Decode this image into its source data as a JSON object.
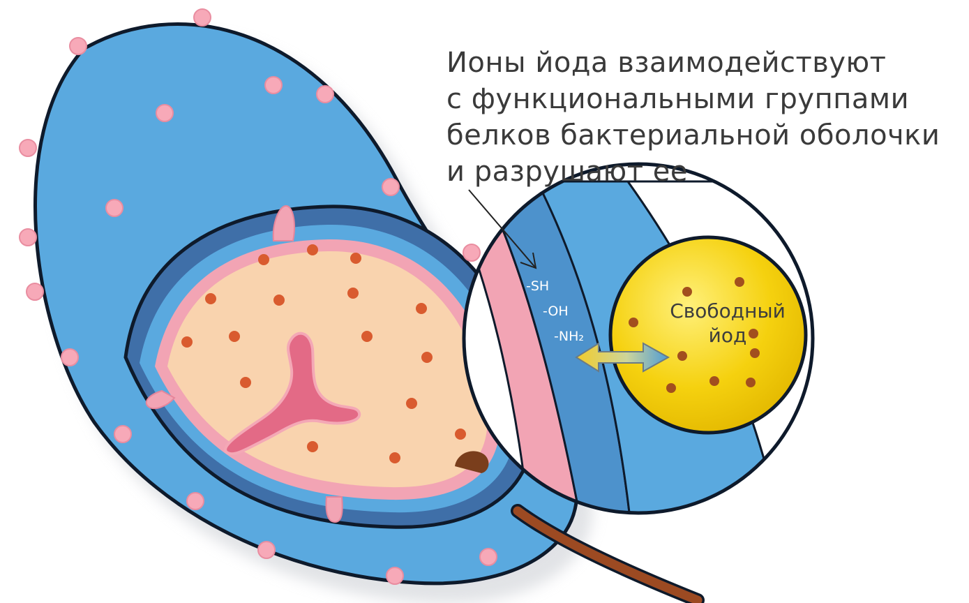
{
  "caption": {
    "lines": [
      "Ионы йода взаимодействуют",
      "с функциональными группами",
      "белков бактериальной оболочки",
      "и разрушают ее"
    ]
  },
  "functional_groups": [
    "-SH",
    "-OH",
    "-NH₂"
  ],
  "free_iodine": {
    "line1": "Свободный",
    "line2": "йод"
  },
  "colors": {
    "cell_wall": "#5aa9df",
    "cell_wall_dark": "#3f6fa8",
    "cytoplasm": "#f9d3ae",
    "membrane": "#f2a4b4",
    "nucleoid": "#e36a86",
    "ribosome": "#d95b2f",
    "surface_protein": "#f7a9b8",
    "iodine_sphere": "#f5d10f",
    "iodine_particle": "#a24f1e",
    "flagellum": "#9c4a22",
    "arrow": "#e9c22b"
  }
}
